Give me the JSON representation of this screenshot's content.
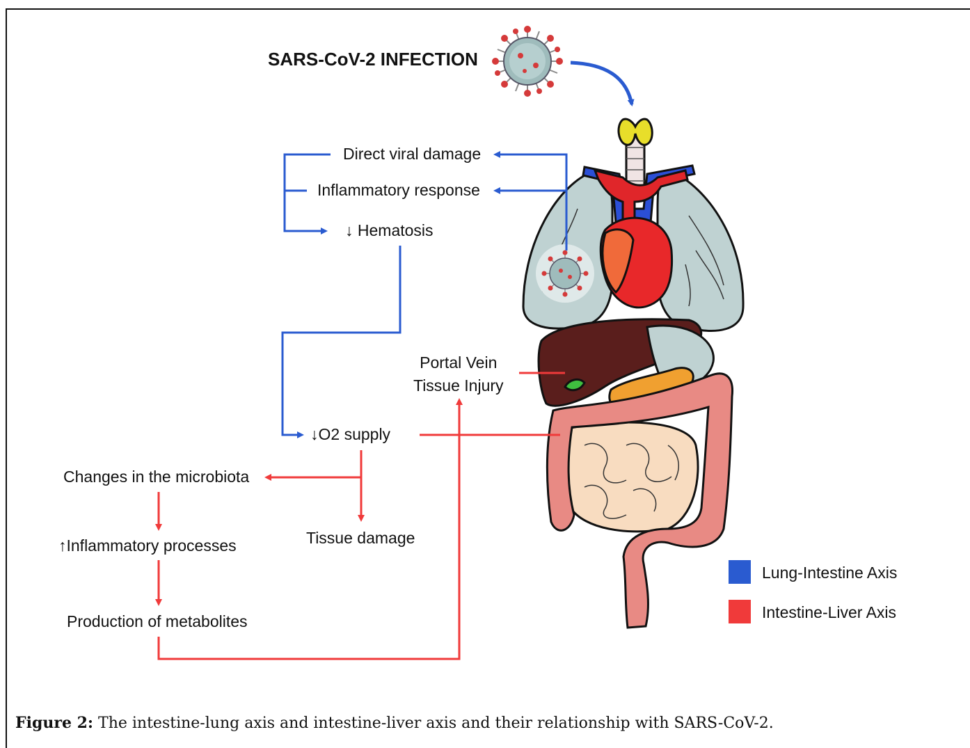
{
  "title": "SARS-CoV-2 INFECTION",
  "nodes": {
    "direct_viral_damage": "Direct viral damage",
    "inflammatory_response": "Inflammatory response",
    "hematosis": "Hematosis",
    "o2_supply": "O2 supply",
    "portal_vein_line1": "Portal Vein",
    "portal_vein_line2": "Tissue Injury",
    "changes_microbiota": "Changes in the microbiota",
    "tissue_damage": "Tissue damage",
    "inflammatory_processes": "Inflammatory processes",
    "production_metabolites": "Production of metabolites"
  },
  "symbols": {
    "down_arrow": "↓",
    "up_arrow": "↑"
  },
  "legend": [
    {
      "label": "Lung-Intestine Axis",
      "color": "#2a5bd0"
    },
    {
      "label": "Intestine-Liver Axis",
      "color": "#f03a3a"
    }
  ],
  "caption": {
    "label": "Figure 2:",
    "text": "The intestine-lung axis and intestine-liver axis and their relationship with SARS-CoV-2."
  },
  "colors": {
    "blue_axis": "#2a5bd0",
    "red_axis": "#f03a3a"
  }
}
